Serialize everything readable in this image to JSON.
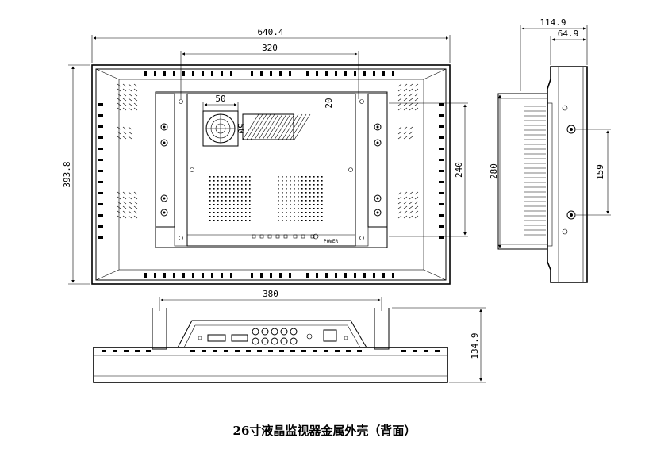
{
  "dimensions": {
    "overall_width": "640.4",
    "bracket_spacing": "320",
    "overall_height": "393.8",
    "fan_width": "50",
    "fan_height": "50",
    "small_offset": "20",
    "hole_spacing_v": "240",
    "side_depth": "114.9",
    "side_depth_inner": "64.9",
    "side_height": "280",
    "side_hole_spacing": "159",
    "bottom_bracket_spacing": "380",
    "bottom_depth": "134.9"
  },
  "panel_labels": {
    "power": "POWER"
  },
  "caption": "26寸液晶监视器金属外壳（背面）"
}
